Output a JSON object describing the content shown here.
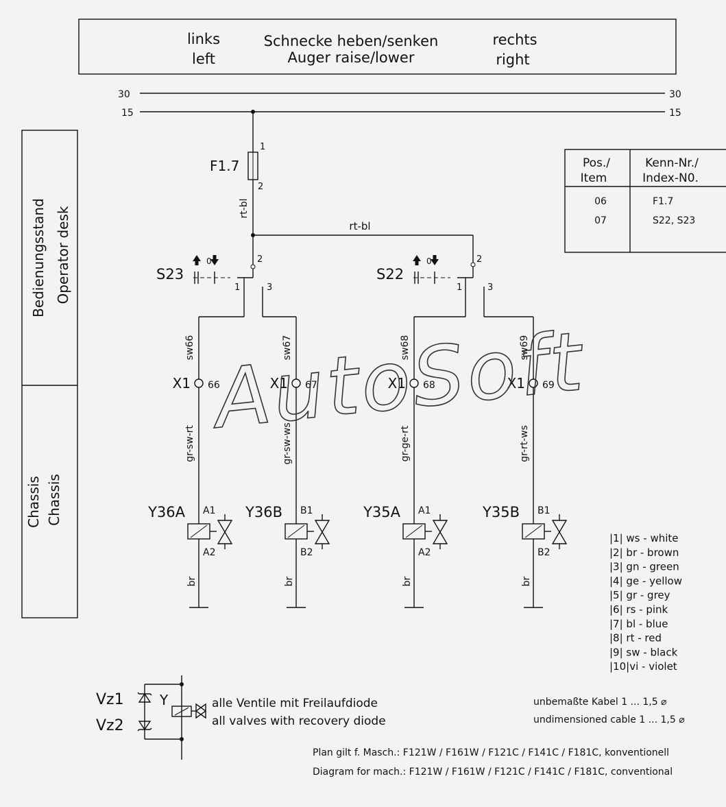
{
  "header": {
    "left_de": "links",
    "left_en": "left",
    "title_de": "Schnecke heben/senken",
    "title_en": "Auger raise/lower",
    "right_de": "rechts",
    "right_en": "right"
  },
  "rails": {
    "r30": "30",
    "r15": "15"
  },
  "side_labels": {
    "operator_de": "Bedienungsstand",
    "operator_en": "Operator desk",
    "chassis_de": "Chassis",
    "chassis_en": "Chassis"
  },
  "fuse": {
    "name": "F1.7",
    "pin1": "1",
    "pin2": "2",
    "wire_vertical": "rt-bl",
    "wire_horizontal": "rt-bl"
  },
  "switches": [
    {
      "name": "S23",
      "pin_in": "2",
      "pin_a": "1",
      "pin_b": "3",
      "mid": "0"
    },
    {
      "name": "S22",
      "pin_in": "2",
      "pin_a": "1",
      "pin_b": "3",
      "mid": "0"
    }
  ],
  "branches": [
    {
      "wire_top": "sw66",
      "conn": "X1",
      "pin": "66",
      "wire_bot": "gr-sw-rt",
      "valve": "Y36A",
      "p1": "A1",
      "p2": "A2",
      "gnd": "br"
    },
    {
      "wire_top": "sw67",
      "conn": "X1",
      "pin": "67",
      "wire_bot": "gr-sw-ws",
      "valve": "Y36B",
      "p1": "B1",
      "p2": "B2",
      "gnd": "br"
    },
    {
      "wire_top": "sw68",
      "conn": "X1",
      "pin": "68",
      "wire_bot": "gr-ge-rt",
      "valve": "Y35A",
      "p1": "A1",
      "p2": "A2",
      "gnd": "br"
    },
    {
      "wire_top": "sw69",
      "conn": "X1",
      "pin": "69",
      "wire_bot": "gr-rt-ws",
      "valve": "Y35B",
      "p1": "B1",
      "p2": "B2",
      "gnd": "br"
    }
  ],
  "item_table": {
    "h1a": "Pos./",
    "h1b": "Item",
    "h2a": "Kenn-Nr./",
    "h2b": "Index-N0.",
    "rows": [
      {
        "pos": "06",
        "id": "F1.7"
      },
      {
        "pos": "07",
        "id": "S22, S23"
      }
    ]
  },
  "colors_legend": [
    "|1|  ws -  white",
    "|2|  br - brown",
    "|3| gn - green",
    "|4| ge - yellow",
    "|5| gr - grey",
    "|6| rs - pink",
    "|7| bl - blue",
    "|8| rt - red",
    "|9| sw - black",
    "|10|vi  - violet"
  ],
  "diode_note": {
    "vz1": "Vz1",
    "vz2": "Vz2",
    "y": "Y",
    "de": "alle  Ventile  mit  Freilaufdiode",
    "en": "all  valves  with  recovery  diode"
  },
  "cable_note": {
    "de": "unbemaßte Kabel 1 ... 1,5 ⌀",
    "en": "undimensioned cable 1 ... 1,5 ⌀"
  },
  "machine_note": {
    "de": "Plan gilt f. Masch.:  F121W / F161W / F121C / F141C / F181C, konventionell",
    "en": "Diagram for mach.:  F121W / F161W / F121C / F141C / F181C, conventional"
  },
  "watermark": "AutoSoft"
}
